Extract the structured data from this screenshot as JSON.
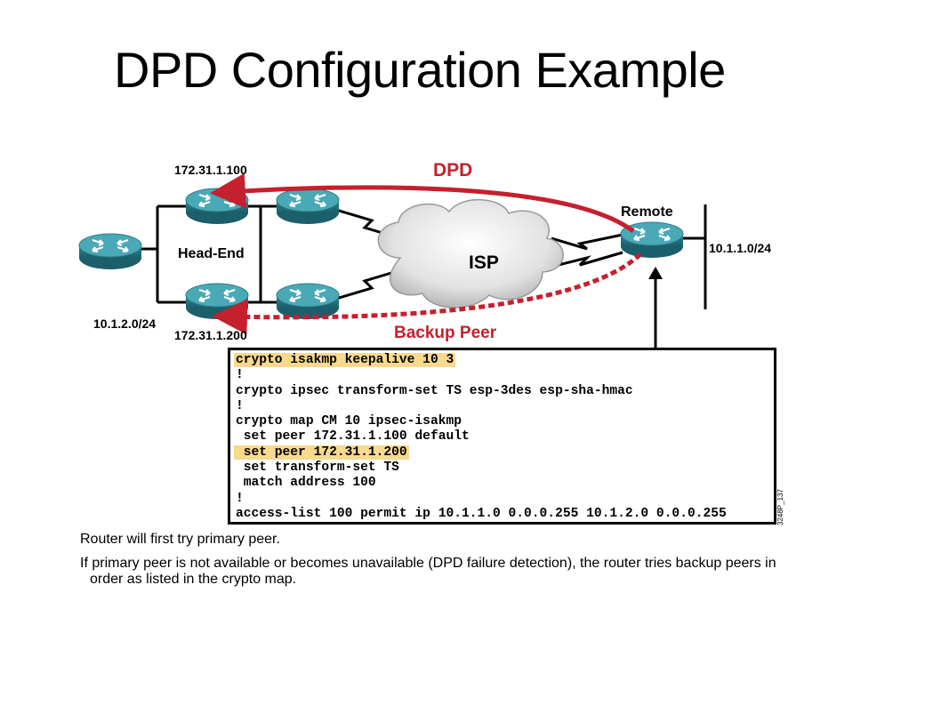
{
  "title": "DPD Configuration Example",
  "diagram": {
    "labels": {
      "primary_ip": "172.31.1.100",
      "head_end": "Head-End",
      "left_subnet": "10.1.2.0/24",
      "backup_ip": "172.31.1.200",
      "dpd": "DPD",
      "isp": "ISP",
      "backup_peer": "Backup Peer",
      "remote": "Remote",
      "right_subnet": "10.1.1.0/24"
    },
    "side_tag": "3248P_137",
    "colors": {
      "dpd_arrow": "#c4202e",
      "router": "#2f8d9b",
      "highlight": "#f9d98e"
    }
  },
  "config_lines": [
    {
      "text": "crypto isakmp keepalive 10 3",
      "highlight": true
    },
    {
      "text": "!",
      "highlight": false
    },
    {
      "text": "crypto ipsec transform-set TS esp-3des esp-sha-hmac",
      "highlight": false
    },
    {
      "text": "!",
      "highlight": false
    },
    {
      "text": "crypto map CM 10 ipsec-isakmp",
      "highlight": false
    },
    {
      "text": " set peer 172.31.1.100 default",
      "highlight": false
    },
    {
      "text": " set peer 172.31.1.200",
      "highlight": true
    },
    {
      "text": " set transform-set TS",
      "highlight": false
    },
    {
      "text": " match address 100",
      "highlight": false
    },
    {
      "text": "!",
      "highlight": false
    },
    {
      "text": "access-list 100 permit ip 10.1.1.0 0.0.0.255 10.1.2.0 0.0.0.255",
      "highlight": false
    }
  ],
  "notes": [
    "Router will first try primary peer.",
    "If primary peer is not available or becomes unavailable (DPD failure detection), the router tries backup peers in order as listed in the crypto map."
  ]
}
